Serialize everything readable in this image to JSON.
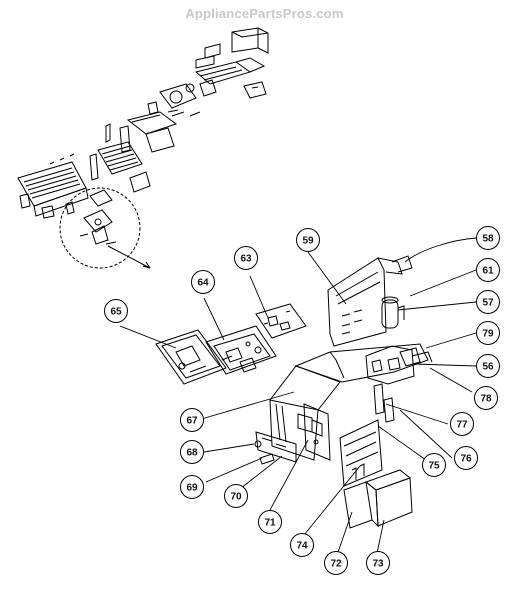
{
  "watermark": "AppliancePartsPros.com",
  "callouts": [
    {
      "label": "59"
    },
    {
      "label": "58"
    },
    {
      "label": "61"
    },
    {
      "label": "57"
    },
    {
      "label": "63"
    },
    {
      "label": "64"
    },
    {
      "label": "65"
    },
    {
      "label": "79"
    },
    {
      "label": "56"
    },
    {
      "label": "78"
    },
    {
      "label": "67"
    },
    {
      "label": "77"
    },
    {
      "label": "76"
    },
    {
      "label": "75"
    },
    {
      "label": "68"
    },
    {
      "label": "69"
    },
    {
      "label": "70"
    },
    {
      "label": "71"
    },
    {
      "label": "74"
    },
    {
      "label": "72"
    },
    {
      "label": "73"
    }
  ]
}
